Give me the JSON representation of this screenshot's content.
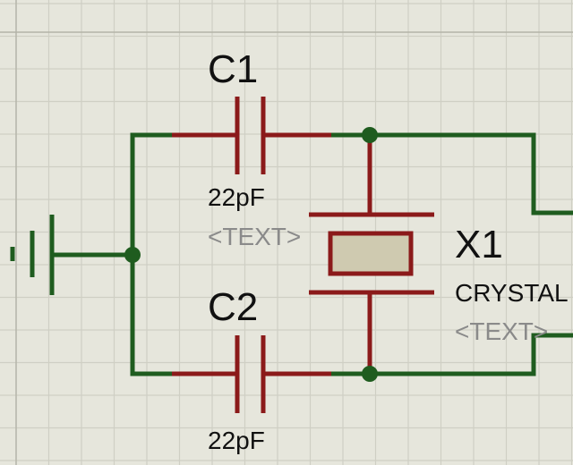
{
  "schematic": {
    "colors": {
      "background": "#e6e6dc",
      "grid_minor": "#cfcfc4",
      "grid_major": "#b3b3a8",
      "wire": "#1f5c1f",
      "component": "#8b1a1a",
      "crystal_fill": "#cfcab0",
      "label": "#111111",
      "placeholder": "#8a8a8a"
    },
    "components": {
      "c1": {
        "ref": "C1",
        "value": "22pF",
        "placeholder": "<TEXT>"
      },
      "c2": {
        "ref": "C2",
        "value": "22pF"
      },
      "x1": {
        "ref": "X1",
        "value": "CRYSTAL",
        "placeholder": "<TEXT>"
      }
    },
    "ground_symbol": "ground-icon"
  }
}
